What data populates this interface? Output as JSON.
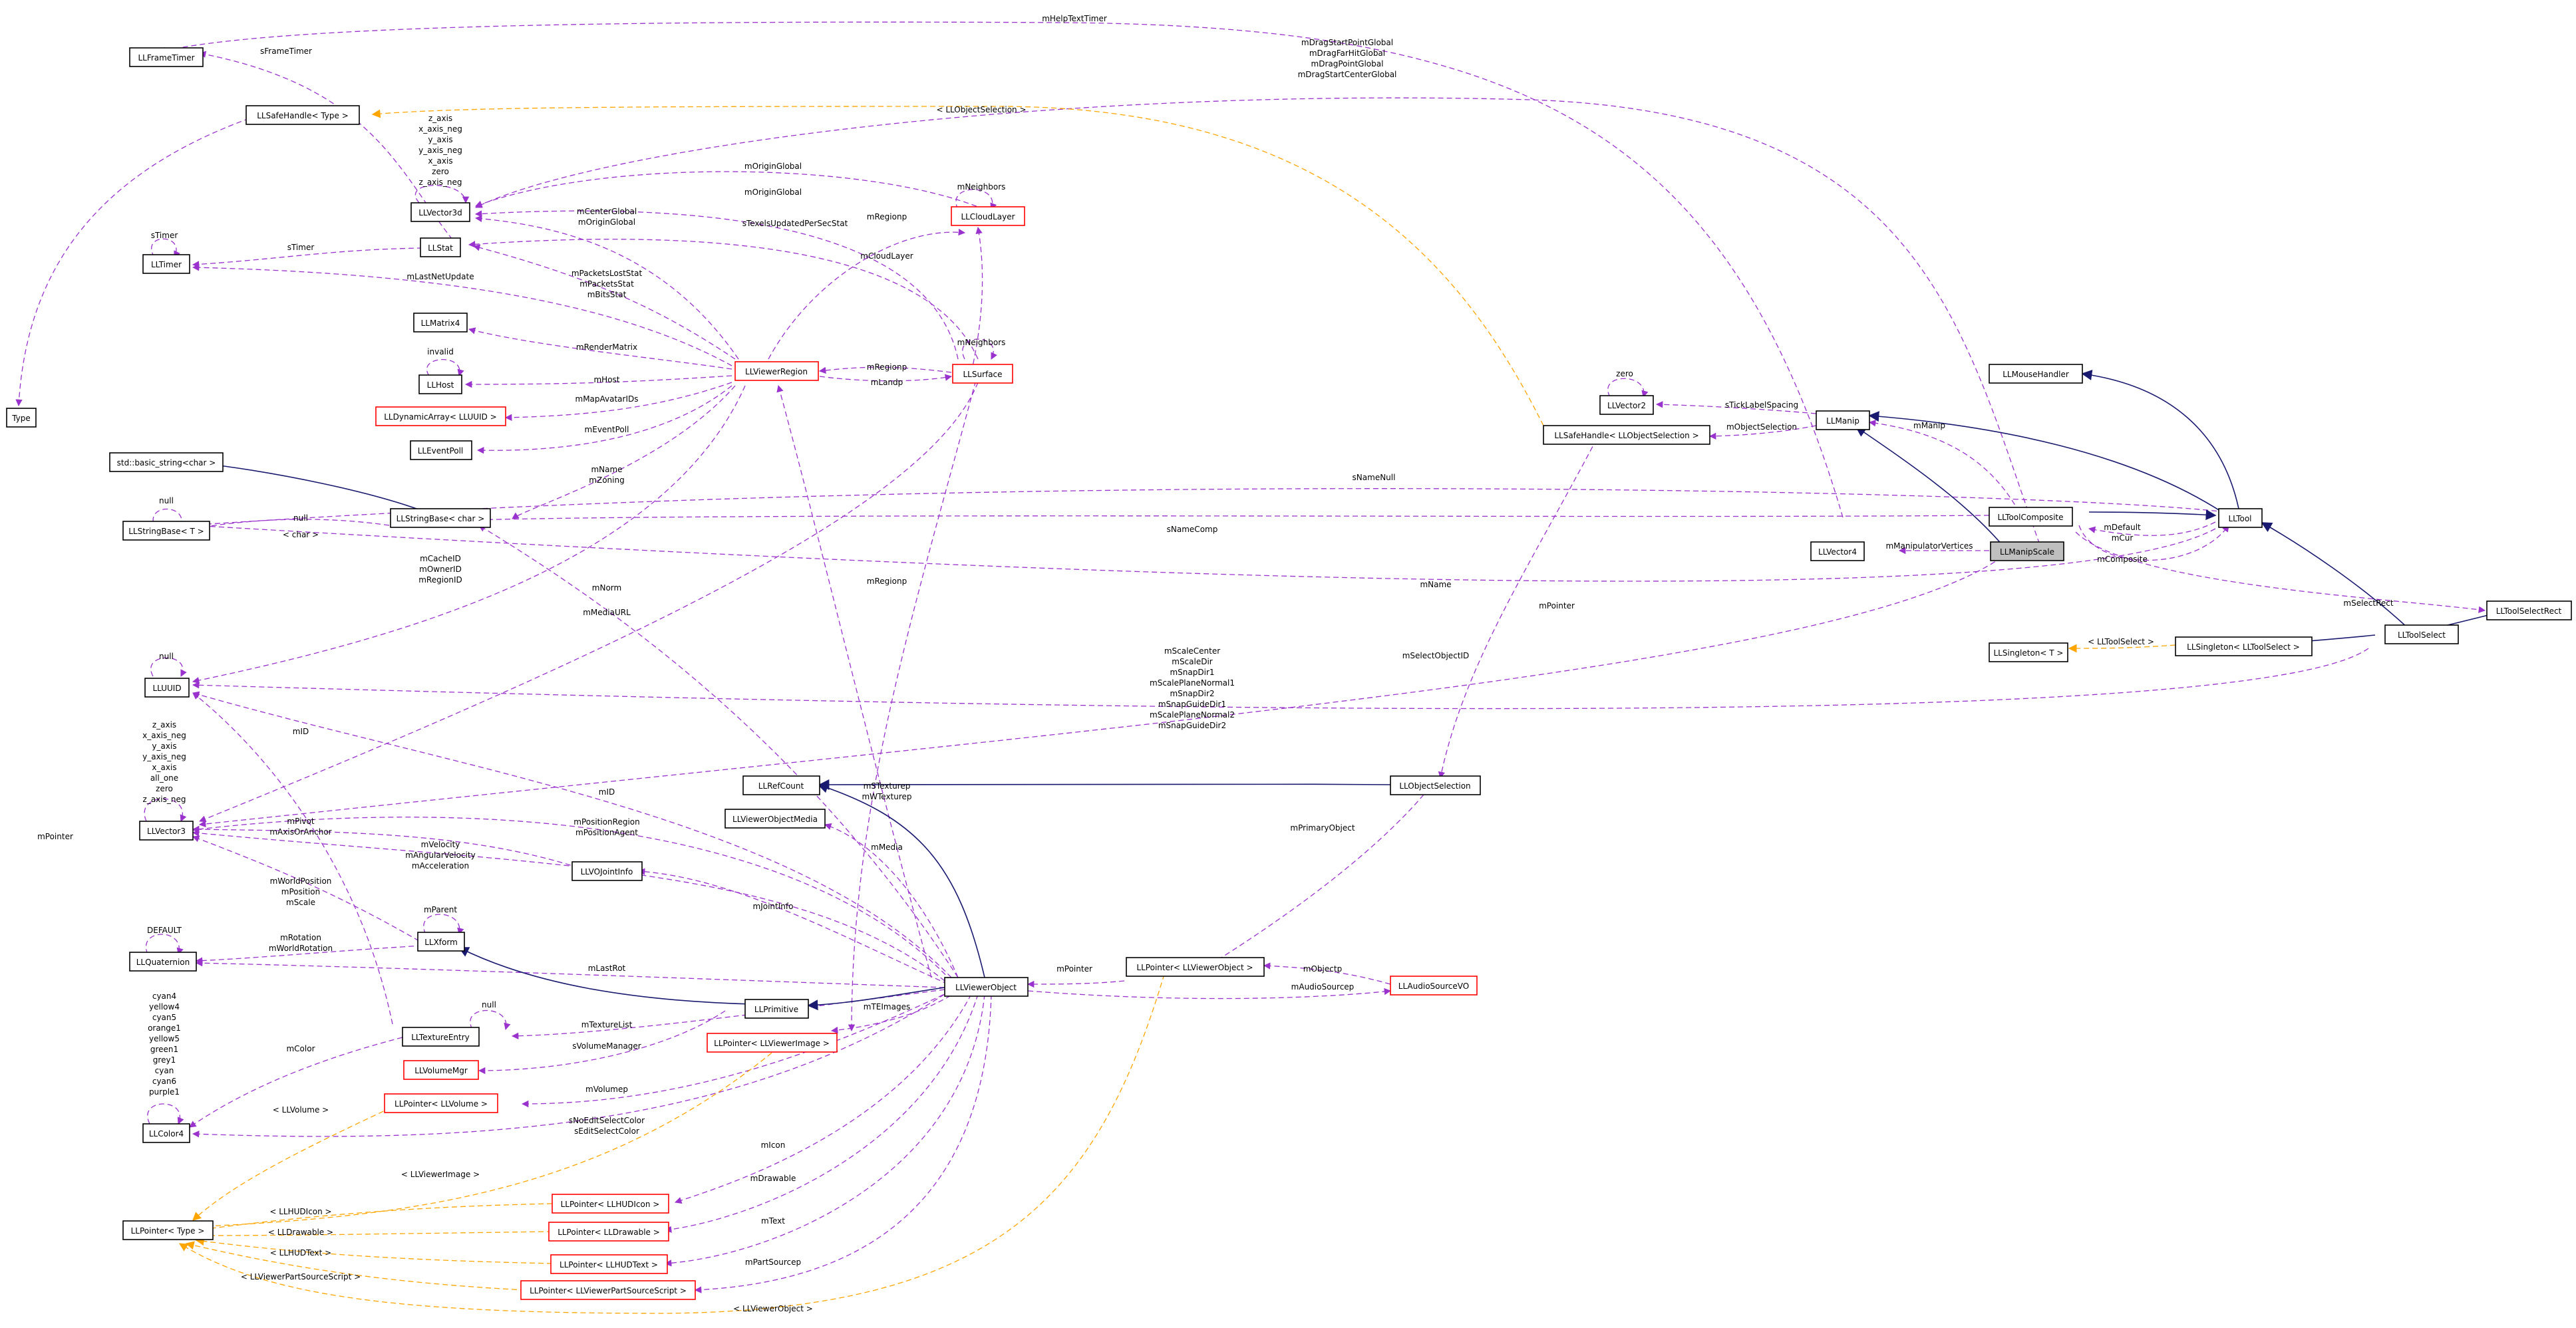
{
  "diagram_title": "",
  "colors": {
    "inheritance": "#191970",
    "usage": "#9a32cd",
    "template": "#ffa500",
    "highlight_fill": "#bfbfbf",
    "red_border": "#ff0000"
  },
  "nodes": {
    "LLFrameTimer": "LLFrameTimer",
    "LLSafeHandleType": "LLSafeHandle< Type >",
    "LLVector3d": "LLVector3d",
    "LLTimer": "LLTimer",
    "LLStat": "LLStat",
    "LLCloudLayer": "LLCloudLayer",
    "LLMatrix4": "LLMatrix4",
    "LLHost": "LLHost",
    "LLDynamicArrayLLUUID": "LLDynamicArray< LLUUID >",
    "LLEventPoll": "LLEventPoll",
    "LLViewerRegion": "LLViewerRegion",
    "LLSurface": "LLSurface",
    "StdBasicString": "std::basic_string<char >",
    "LLStringBaseT": "LLStringBase< T >",
    "LLStringBaseChar": "LLStringBase< char >",
    "Type": "Type",
    "LLUUID": "LLUUID",
    "LLVector3": "LLVector3",
    "LLRefCount": "LLRefCount",
    "LLViewerObjectMedia": "LLViewerObjectMedia",
    "LLVOJointInfo": "LLVOJointInfo",
    "LLXform": "LLXform",
    "LLQuaternion": "LLQuaternion",
    "LLPrimitive": "LLPrimitive",
    "LLViewerObject": "LLViewerObject",
    "LLTextureEntry": "LLTextureEntry",
    "LLPointerLLViewerImage": "LLPointer< LLViewerImage >",
    "LLVolumeMgr": "LLVolumeMgr",
    "LLPointerLLVolume": "LLPointer< LLVolume >",
    "LLColor4": "LLColor4",
    "LLPointerType": "LLPointer< Type >",
    "LLPointerLLHUDIcon": "LLPointer< LLHUDIcon >",
    "LLPointerLLDrawable": "LLPointer< LLDrawable >",
    "LLPointerLLHUDText": "LLPointer< LLHUDText >",
    "LLPointerLLViewerPartSourceScript": "LLPointer< LLViewerPartSourceScript >",
    "LLPointerLLViewerObject": "LLPointer< LLViewerObject >",
    "LLAudioSourceVO": "LLAudioSourceVO",
    "LLObjectSelection": "LLObjectSelection",
    "LLVector2": "LLVector2",
    "LLSafeHandleLLObjectSelection": "LLSafeHandle< LLObjectSelection >",
    "LLManip": "LLManip",
    "LLMouseHandler": "LLMouseHandler",
    "LLToolComposite": "LLToolComposite",
    "LLTool": "LLTool",
    "LLVector4": "LLVector4",
    "LLManipScale": "LLManipScale",
    "LLToolSelectRect": "LLToolSelectRect",
    "LLToolSelect": "LLToolSelect",
    "LLSingletonT": "LLSingleton< T >",
    "LLSingletonLLToolSelect": "LLSingleton< LLToolSelect >"
  },
  "edge_labels": {
    "mHelpTextTimer": "mHelpTextTimer",
    "mDragGroup": [
      "mDragStartPointGlobal",
      "mDragFarHitGlobal",
      "mDragPointGlobal",
      "mDragStartCenterGlobal"
    ],
    "sFrameTimer": "sFrameTimer",
    "LLObjectSelectionT": "< LLObjectSelection >",
    "axesGroup": [
      "z_axis",
      "x_axis_neg",
      "y_axis",
      "y_axis_neg",
      "x_axis",
      "zero",
      "z_axis_neg"
    ],
    "mOriginGlobal1": "mOriginGlobal",
    "mNeighbors1": "mNeighbors",
    "mOriginGlobal2": "mOriginGlobal",
    "mCenterGlobal": [
      "mCenterGlobal",
      "mOriginGlobal"
    ],
    "sTimer": "sTimer",
    "sTimerSelf": "sTimer",
    "sTexelsUpdatedPerSecStat": "sTexelsUpdatedPerSecStat",
    "mRegionp1": "mRegionp",
    "mCloudLayer": "mCloudLayer",
    "mLastNetUpdate": "mLastNetUpdate",
    "mPacketsGroup": [
      "mPacketsLostStat",
      "mPacketsStat",
      "mBitsStat"
    ],
    "mNeighbors2": "mNeighbors",
    "mRenderMatrix": "mRenderMatrix",
    "invalid": "invalid",
    "mRegionp2": "mRegionp",
    "mHost": "mHost",
    "mLandp": "mLandp",
    "mMapAvatarIDs": "mMapAvatarIDs",
    "mEventPoll": "mEventPoll",
    "mNameZoning": [
      "mName",
      "mZoning"
    ],
    "null1": "null",
    "null2": "null",
    "charT": "< char >",
    "mCacheGroup": [
      "mCacheID",
      "mOwnerID",
      "mRegionID"
    ],
    "mNorm": "mNorm",
    "mRegionp3": "mRegionp",
    "mMediaURL": "mMediaURL",
    "mPointer1": "mPointer",
    "null3": "null",
    "mScaleGroup": [
      "mScaleCenter",
      "mScaleDir",
      "mSnapDir1",
      "mScalePlaneNormal1",
      "mSnapDir2",
      "mSnapGuideDir1",
      "mScalePlaneNormal2",
      "mSnapGuideDir2"
    ],
    "mSelectObjectID": "mSelectObjectID",
    "mID1": "mID",
    "vecAxesGroup": [
      "z_axis",
      "x_axis_neg",
      "y_axis",
      "y_axis_neg",
      "x_axis",
      "all_one",
      "zero",
      "z_axis_neg"
    ],
    "mID2": "mID",
    "mPivot": [
      "mPivot",
      "mAxisOrAnchor"
    ],
    "mPositionRegion": [
      "mPositionRegion",
      "mPositionAgent"
    ],
    "mVelocity": [
      "mVelocity",
      "mAngularVelocity",
      "mAcceleration"
    ],
    "mSTexturep": [
      "mSTexturep",
      "mWTexturep"
    ],
    "mMedia": "mMedia",
    "mWorldPosition": [
      "mWorldPosition",
      "mPosition",
      "mScale"
    ],
    "mJointInfo": "mJointInfo",
    "mParent": "mParent",
    "DEFAULT": "DEFAULT",
    "mRotation": [
      "mRotation",
      "mWorldRotation"
    ],
    "mLastRot": "mLastRot",
    "mPointer2": "mPointer",
    "mObjectp": "mObjectp",
    "colorsGroup": [
      "cyan4",
      "yellow4",
      "cyan5",
      "orange1",
      "yellow5",
      "green1",
      "grey1",
      "cyan",
      "cyan6",
      "purple1"
    ],
    "null4": "null",
    "mTextureList": "mTextureList",
    "mTEImages": "mTEImages",
    "mAudioSourcep": "mAudioSourcep",
    "mColor": "mColor",
    "sVolumeManager": "sVolumeManager",
    "LLVolumeT": "< LLVolume >",
    "mVolumep": "mVolumep",
    "sNoEditGroup": [
      "sNoEditSelectColor",
      "sEditSelectColor"
    ],
    "mIcon": "mIcon",
    "LLViewerImageT": "< LLViewerImage >",
    "LLHUDIconT": "< LLHUDIcon >",
    "mDrawable": "mDrawable",
    "LLDrawableT": "< LLDrawable >",
    "LLHUDTextT": "< LLHUDText >",
    "mText": "mText",
    "LLViewerPartSourceScriptT": "< LLViewerPartSourceScript >",
    "mPartSourcep": "mPartSourcep",
    "LLViewerObjectT": "< LLViewerObject >",
    "mPrimaryObject": "mPrimaryObject",
    "mPointer3": "mPointer",
    "zero": "zero",
    "sTickLabelSpacing": "sTickLabelSpacing",
    "mObjectSelection": "mObjectSelection",
    "mManip": "mManip",
    "sNameNull": "sNameNull",
    "sNameComp": "sNameComp",
    "mDefaultCur": [
      "mDefault",
      "mCur"
    ],
    "mManipulatorVertices": "mManipulatorVertices",
    "mComposite": "mComposite",
    "mName": "mName",
    "mSelectRect": "mSelectRect",
    "LLToolSelectT": "< LLToolSelect >"
  }
}
